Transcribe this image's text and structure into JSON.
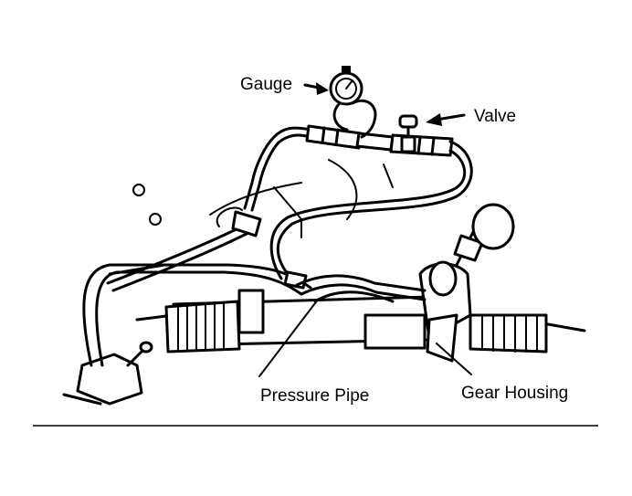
{
  "labels": {
    "gauge": "Gauge",
    "valve": "Valve",
    "pressure_pipe": "Pressure Pipe",
    "gear_housing": "Gear Housing"
  },
  "colors": {
    "ink": "#000000",
    "background": "#ffffff"
  }
}
